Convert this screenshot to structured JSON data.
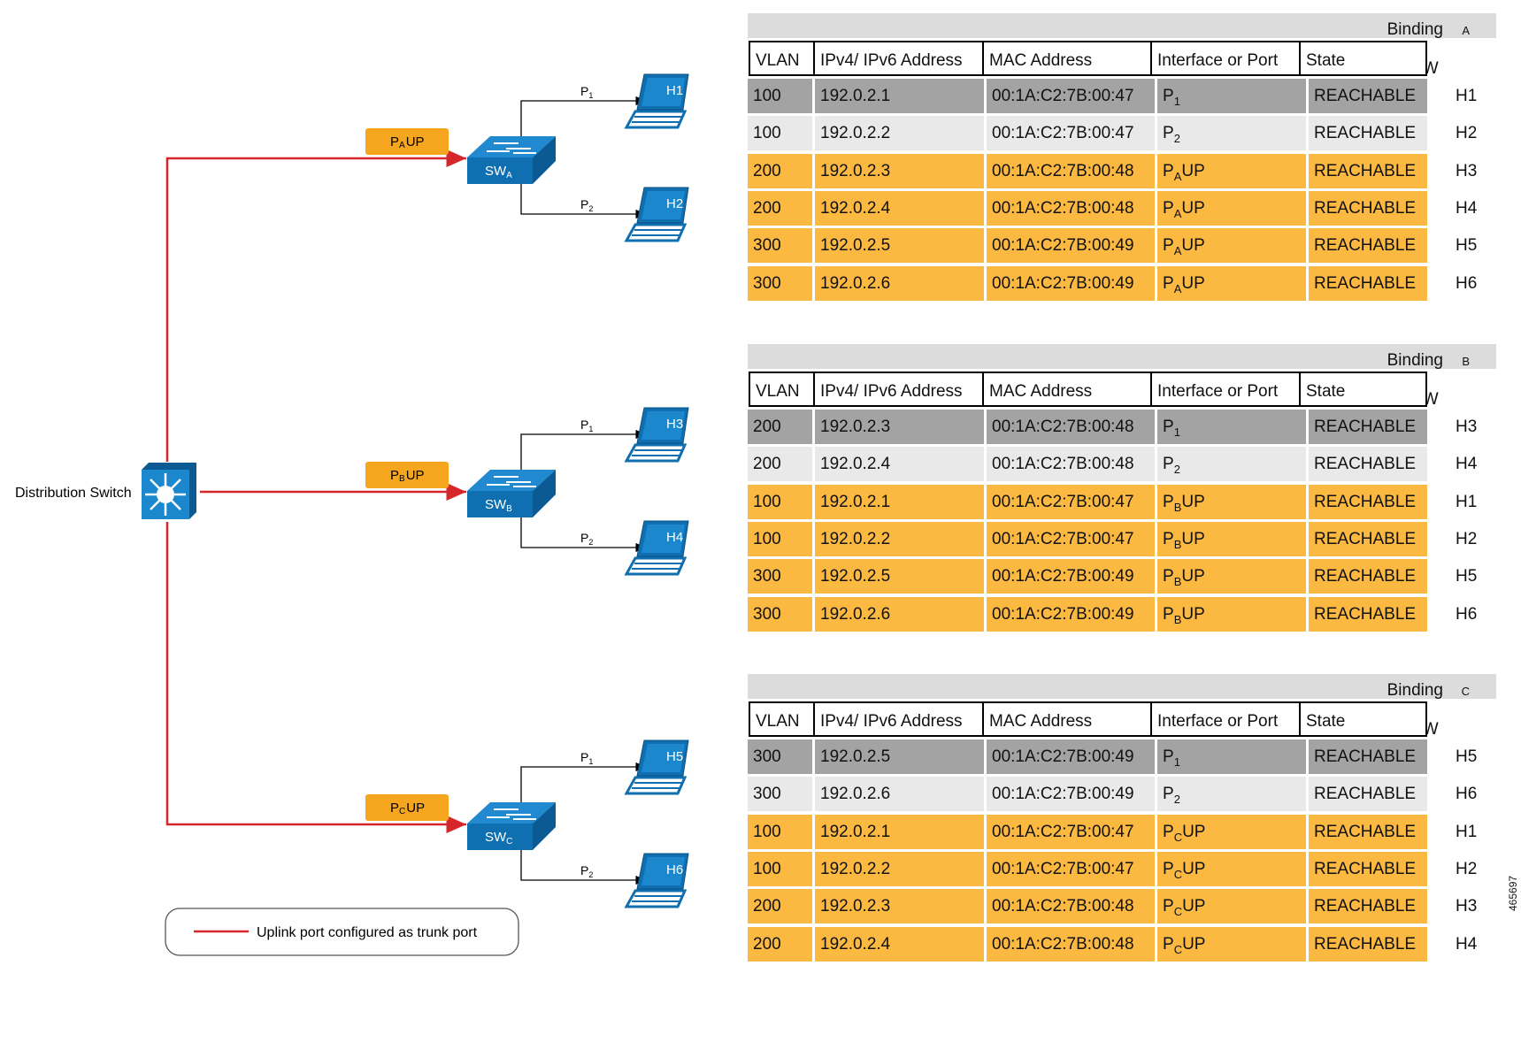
{
  "distribution_switch_label": "Distribution Switch",
  "legend_text": "Uplink port configured as trunk port",
  "doc_number": "465697",
  "colors": {
    "uplink_red": "#d7262b",
    "uplink_badge": "#f6a61e",
    "switch_blue": "#0f6fb0",
    "row_gray": "#a3a3a3",
    "row_light": "#e9e9e9",
    "row_orange": "#fbb942"
  },
  "switches": [
    {
      "name": "SW",
      "sub": "A",
      "uplink": "P",
      "uplink_sub": "A",
      "uplink_suffix": "UP",
      "port1": "P",
      "port1_sub": "1",
      "port2": "P",
      "port2_sub": "2",
      "host1": "H1",
      "host2": "H2"
    },
    {
      "name": "SW",
      "sub": "B",
      "uplink": "P",
      "uplink_sub": "B",
      "uplink_suffix": "UP",
      "port1": "P",
      "port1_sub": "1",
      "port2": "P",
      "port2_sub": "2",
      "host1": "H3",
      "host2": "H4"
    },
    {
      "name": "SW",
      "sub": "C",
      "uplink": "P",
      "uplink_sub": "C",
      "uplink_suffix": "UP",
      "port1": "P",
      "port1_sub": "1",
      "port2": "P",
      "port2_sub": "2",
      "host1": "H5",
      "host2": "H6"
    }
  ],
  "tables": [
    {
      "title": "Binding table for SW",
      "title_sub": "A",
      "columns": [
        "VLAN",
        "IPv4/ IPv6 Address",
        "MAC Address",
        "Interface or Port",
        "State"
      ],
      "rows": [
        {
          "vlan": "100",
          "ip": "192.0.2.1",
          "mac": "00:1A:C2:7B:00:47",
          "port": "P",
          "port_sub": "1",
          "port_suffix": "",
          "state": "REACHABLE",
          "host": "H1",
          "style": "gray"
        },
        {
          "vlan": "100",
          "ip": "192.0.2.2",
          "mac": "00:1A:C2:7B:00:47",
          "port": "P",
          "port_sub": "2",
          "port_suffix": "",
          "state": "REACHABLE",
          "host": "H2",
          "style": "light"
        },
        {
          "vlan": "200",
          "ip": "192.0.2.3",
          "mac": "00:1A:C2:7B:00:48",
          "port": "P",
          "port_sub": "A",
          "port_suffix": "UP",
          "state": "REACHABLE",
          "host": "H3",
          "style": "orange"
        },
        {
          "vlan": "200",
          "ip": "192.0.2.4",
          "mac": "00:1A:C2:7B:00:48",
          "port": "P",
          "port_sub": "A",
          "port_suffix": "UP",
          "state": "REACHABLE",
          "host": "H4",
          "style": "orange"
        },
        {
          "vlan": "300",
          "ip": "192.0.2.5",
          "mac": "00:1A:C2:7B:00:49",
          "port": "P",
          "port_sub": "A",
          "port_suffix": "UP",
          "state": "REACHABLE",
          "host": "H5",
          "style": "orange"
        },
        {
          "vlan": "300",
          "ip": "192.0.2.6",
          "mac": "00:1A:C2:7B:00:49",
          "port": "P",
          "port_sub": "A",
          "port_suffix": "UP",
          "state": "REACHABLE",
          "host": "H6",
          "style": "orange"
        }
      ]
    },
    {
      "title": "Binding table for SW",
      "title_sub": "B",
      "columns": [
        "VLAN",
        "IPv4/ IPv6 Address",
        "MAC Address",
        "Interface or Port",
        "State"
      ],
      "rows": [
        {
          "vlan": "200",
          "ip": "192.0.2.3",
          "mac": "00:1A:C2:7B:00:48",
          "port": "P",
          "port_sub": "1",
          "port_suffix": "",
          "state": "REACHABLE",
          "host": "H3",
          "style": "gray"
        },
        {
          "vlan": "200",
          "ip": "192.0.2.4",
          "mac": "00:1A:C2:7B:00:48",
          "port": "P",
          "port_sub": "2",
          "port_suffix": "",
          "state": "REACHABLE",
          "host": "H4",
          "style": "light"
        },
        {
          "vlan": "100",
          "ip": "192.0.2.1",
          "mac": "00:1A:C2:7B:00:47",
          "port": "P",
          "port_sub": "B",
          "port_suffix": "UP",
          "state": "REACHABLE",
          "host": "H1",
          "style": "orange"
        },
        {
          "vlan": "100",
          "ip": "192.0.2.2",
          "mac": "00:1A:C2:7B:00:47",
          "port": "P",
          "port_sub": "B",
          "port_suffix": "UP",
          "state": "REACHABLE",
          "host": "H2",
          "style": "orange"
        },
        {
          "vlan": "300",
          "ip": "192.0.2.5",
          "mac": "00:1A:C2:7B:00:49",
          "port": "P",
          "port_sub": "B",
          "port_suffix": "UP",
          "state": "REACHABLE",
          "host": "H5",
          "style": "orange"
        },
        {
          "vlan": "300",
          "ip": "192.0.2.6",
          "mac": "00:1A:C2:7B:00:49",
          "port": "P",
          "port_sub": "B",
          "port_suffix": "UP",
          "state": "REACHABLE",
          "host": "H6",
          "style": "orange"
        }
      ]
    },
    {
      "title": "Binding table for SW",
      "title_sub": "C",
      "columns": [
        "VLAN",
        "IPv4/ IPv6 Address",
        "MAC Address",
        "Interface or Port",
        "State"
      ],
      "rows": [
        {
          "vlan": "300",
          "ip": "192.0.2.5",
          "mac": "00:1A:C2:7B:00:49",
          "port": "P",
          "port_sub": "1",
          "port_suffix": "",
          "state": "REACHABLE",
          "host": "H5",
          "style": "gray"
        },
        {
          "vlan": "300",
          "ip": "192.0.2.6",
          "mac": "00:1A:C2:7B:00:49",
          "port": "P",
          "port_sub": "2",
          "port_suffix": "",
          "state": "REACHABLE",
          "host": "H6",
          "style": "light"
        },
        {
          "vlan": "100",
          "ip": "192.0.2.1",
          "mac": "00:1A:C2:7B:00:47",
          "port": "P",
          "port_sub": "C",
          "port_suffix": "UP",
          "state": "REACHABLE",
          "host": "H1",
          "style": "orange"
        },
        {
          "vlan": "100",
          "ip": "192.0.2.2",
          "mac": "00:1A:C2:7B:00:47",
          "port": "P",
          "port_sub": "C",
          "port_suffix": "UP",
          "state": "REACHABLE",
          "host": "H2",
          "style": "orange"
        },
        {
          "vlan": "200",
          "ip": "192.0.2.3",
          "mac": "00:1A:C2:7B:00:48",
          "port": "P",
          "port_sub": "C",
          "port_suffix": "UP",
          "state": "REACHABLE",
          "host": "H3",
          "style": "orange"
        },
        {
          "vlan": "200",
          "ip": "192.0.2.4",
          "mac": "00:1A:C2:7B:00:48",
          "port": "P",
          "port_sub": "C",
          "port_suffix": "UP",
          "state": "REACHABLE",
          "host": "H4",
          "style": "orange"
        }
      ]
    }
  ]
}
